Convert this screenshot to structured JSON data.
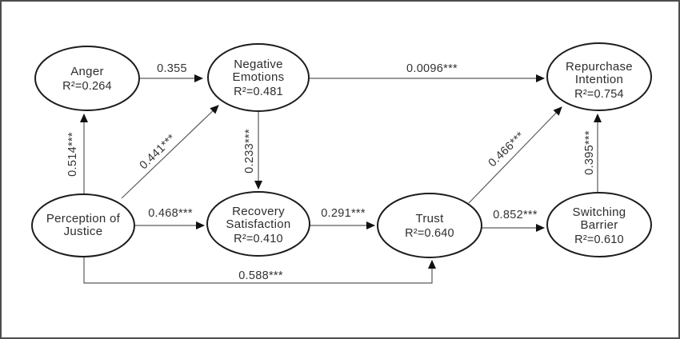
{
  "diagram": {
    "type": "sem-path-diagram",
    "colors": {
      "background": "#ffffff",
      "node_stroke": "#1c1c1c",
      "edge_line": "#5a5a5a",
      "text": "#2d2d2d",
      "frame_border": "#4d4d4d"
    },
    "nodes": {
      "anger": {
        "line1": "Anger",
        "r2": "R²=0.264"
      },
      "negative_emotions": {
        "line1": "Negative",
        "line2": "Emotions",
        "r2": "R²=0.481"
      },
      "repurchase_intention": {
        "line1": "Repurchase",
        "line2": "Intention",
        "r2": "R²=0.754"
      },
      "perception_of_justice": {
        "line1": "Perception of",
        "line2": "Justice"
      },
      "recovery_satisfaction": {
        "line1": "Recovery",
        "line2": "Satisfaction",
        "r2": "R²=0.410"
      },
      "trust": {
        "line1": "Trust",
        "r2": "R²=0.640"
      },
      "switching_barrier": {
        "line1": "Switching",
        "line2": "Barrier",
        "r2": "R²=0.610"
      }
    },
    "edges": {
      "anger_to_negative_emotions": "0.355",
      "justice_to_anger": "0.514***",
      "justice_to_negative_emotions": "0.441***",
      "negative_emotions_to_recovery": "0.233***",
      "negative_emotions_to_repurchase": "0.0096***",
      "justice_to_recovery": "0.468***",
      "recovery_to_trust": "0.291***",
      "trust_to_repurchase": "0.466***",
      "trust_to_switching": "0.852***",
      "switching_to_repurchase": "0.395***",
      "justice_to_trust": "0.588***"
    }
  }
}
